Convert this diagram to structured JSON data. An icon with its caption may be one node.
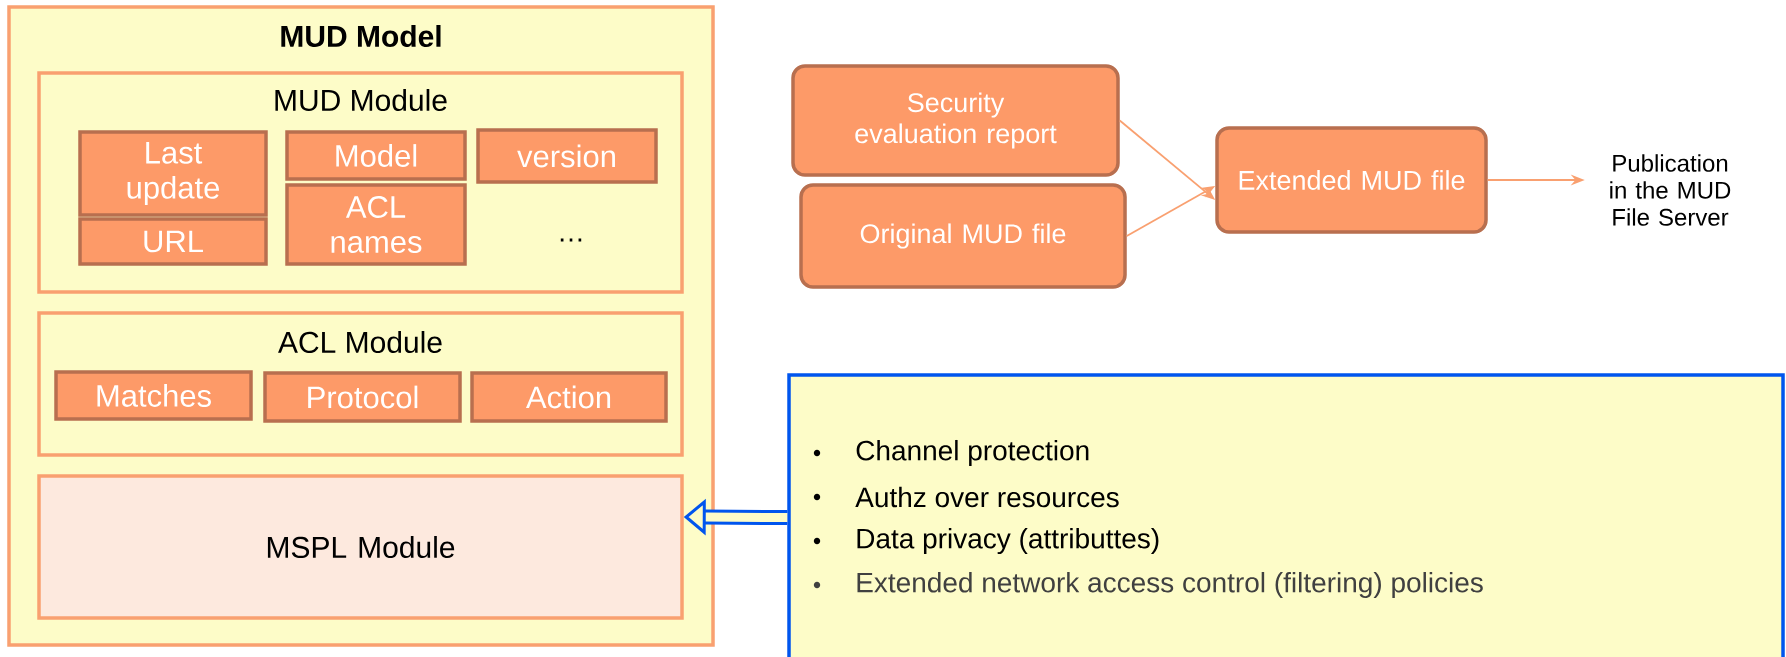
{
  "diagram": {
    "nodes": [
      {
        "text": [
          "MUD Model"
        ]
      },
      {
        "text": [
          "MUD Module"
        ],
        "in": 0
      },
      {
        "text": [
          "Last update"
        ],
        "in": 1
      },
      {
        "text": [
          "URL"
        ],
        "in": 1
      },
      {
        "text": [
          "Model"
        ],
        "in": 1
      },
      {
        "text": [
          "ACL names"
        ],
        "in": 1
      },
      {
        "text": [
          "version"
        ],
        "in": 1
      },
      {
        "text": [
          "ACL Module"
        ],
        "in": 0
      },
      {
        "text": [
          "Matches"
        ],
        "in": 7
      },
      {
        "text": [
          "Protocol"
        ],
        "in": 7
      },
      {
        "text": [
          "Action"
        ],
        "in": 7
      },
      {
        "text": [
          "MSPL Module"
        ],
        "in": 0
      },
      {
        "text": [
          "Security evaluation report"
        ]
      },
      {
        "text": [
          "Original MUD file"
        ]
      },
      {
        "text": [
          "Extended MUD file"
        ]
      },
      {
        "text": [
          "Publication in the MUD File Server"
        ]
      },
      {
        "text": [
          "Channel protection",
          "Authz over resources",
          "Data privacy (attributtes)",
          "Extended network access control (filtering) policies"
        ]
      }
    ],
    "edges": [
      {
        "from": 12,
        "to": 14,
        "arrow": "to"
      },
      {
        "from": 13,
        "to": 14,
        "arrow": "to"
      },
      {
        "from": 14,
        "to": 15,
        "arrow": "to"
      },
      {
        "from": 16,
        "to": 11,
        "arrow": "to",
        "style": "thick",
        "color": "#0055ee"
      }
    ],
    "labels": [
      "…"
    ]
  }
}
